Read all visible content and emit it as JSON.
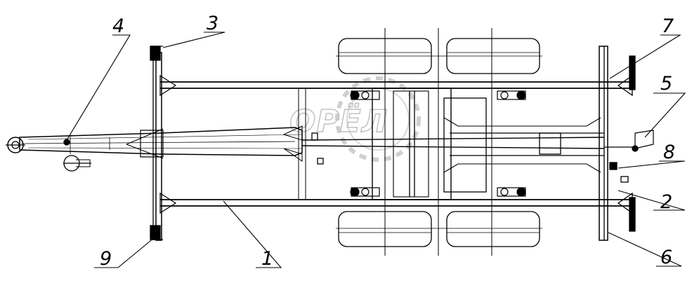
{
  "drawing": {
    "callouts": [
      {
        "id": "c1",
        "label": "1"
      },
      {
        "id": "c2",
        "label": "2"
      },
      {
        "id": "c3",
        "label": "3"
      },
      {
        "id": "c4",
        "label": "4"
      },
      {
        "id": "c5",
        "label": "5"
      },
      {
        "id": "c6",
        "label": "6"
      },
      {
        "id": "c7",
        "label": "7"
      },
      {
        "id": "c8",
        "label": "8"
      },
      {
        "id": "c9",
        "label": "9"
      }
    ],
    "watermark": "ОРЁЛ"
  }
}
